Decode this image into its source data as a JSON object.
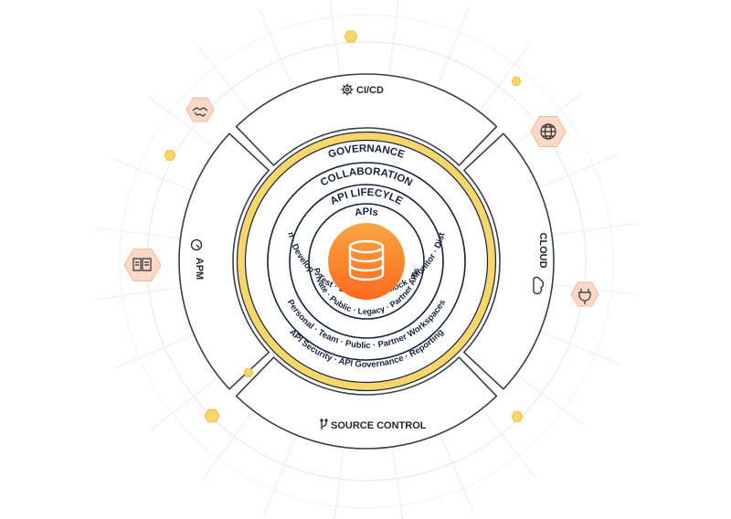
{
  "colors": {
    "navy": "#16233a",
    "gold": "#f7d66a",
    "gold_dark": "#e9be3a",
    "outline": "#3a3d44",
    "grid": "#e6e6e6",
    "hex_fill": "#fbd9c6",
    "hex_stroke": "#f3b89a",
    "hub_gradient_top": "#f9a640",
    "hub_gradient_bottom": "#ff6a1f"
  },
  "outer_segments": {
    "top": "CI/CD",
    "right": "CLOUD",
    "bottom": "SOURCE CONTROL",
    "left": "APM"
  },
  "rings": {
    "governance": {
      "title": "GOVERNANCE",
      "items": "API Security  ·  API Governance  ·  Reporting"
    },
    "collaboration": {
      "title": "COLLABORATION",
      "items": "Personal  ·  Team  ·  Public  ·  Partner Workspaces"
    },
    "lifecycle": {
      "title": "API LIFECYLE",
      "items": "Design · Develop · Test · Document · Mock · Monitor · Distribute"
    },
    "apis": {
      "title": "APIs",
      "items": "Private · Public · Legacy · Partner APIs"
    }
  },
  "icons": {
    "ci_cd": "gear-icon",
    "cloud": "cloud-icon",
    "source_control": "branch-icon",
    "apm": "gauge-icon",
    "hub": "database-icon",
    "handshake": "handshake-icon",
    "globe": "globe-icon",
    "book": "book-icon",
    "plug": "plug-icon"
  }
}
